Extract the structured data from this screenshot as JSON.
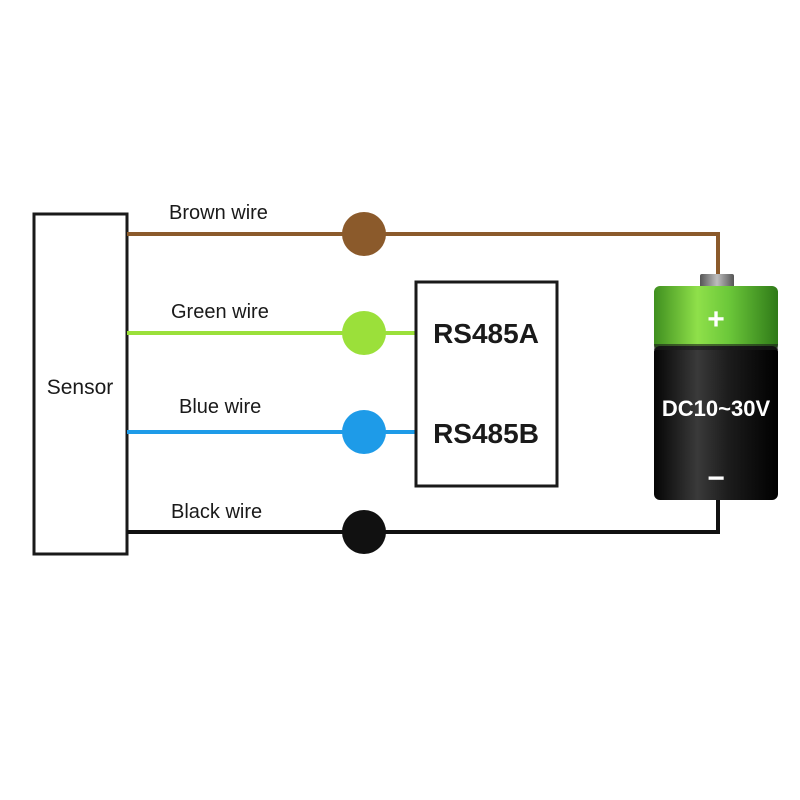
{
  "sensor": {
    "label": "Sensor"
  },
  "wires": {
    "brown": {
      "label": "Brown wire",
      "color": "#8b5a2b",
      "dot_color": "#8b5a2b"
    },
    "green": {
      "label": "Green wire",
      "color": "#9be03a",
      "dot_color": "#9be03a"
    },
    "blue": {
      "label": "Blue wire",
      "color": "#1e9be8",
      "dot_color": "#1e9be8"
    },
    "black": {
      "label": "Black wire",
      "color": "#111111",
      "dot_color": "#111111"
    }
  },
  "rs485": {
    "port_a": "RS485A",
    "port_b": "RS485B"
  },
  "battery": {
    "positive": "+",
    "negative": "−",
    "voltage": "DC10~30V",
    "top_color": "#6cc83a",
    "body_color": "#1a1a1a"
  }
}
